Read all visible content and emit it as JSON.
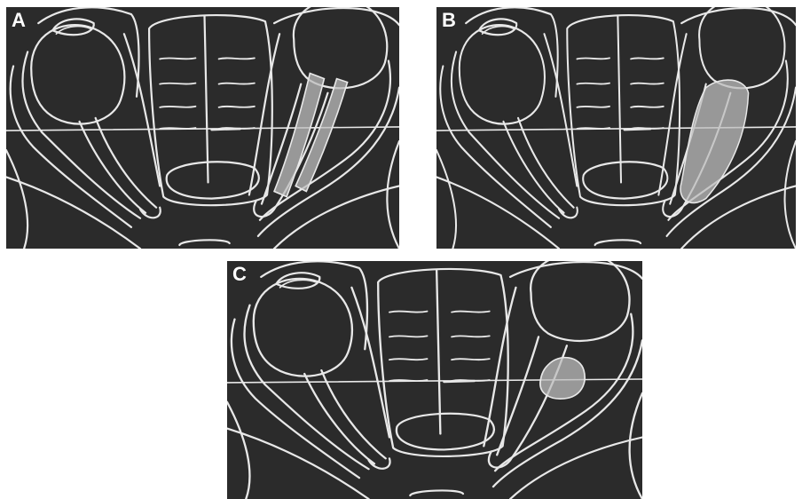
{
  "panels": [
    {
      "label": "A",
      "highlight": "needle-track"
    },
    {
      "label": "B",
      "highlight": "diffuse-spread"
    },
    {
      "label": "C",
      "highlight": "focal-blob"
    }
  ],
  "colors": {
    "background": "#2b2b2b",
    "outline": "#e8e8e8",
    "highlight": "#bdbdbd",
    "label": "#ffffff"
  }
}
